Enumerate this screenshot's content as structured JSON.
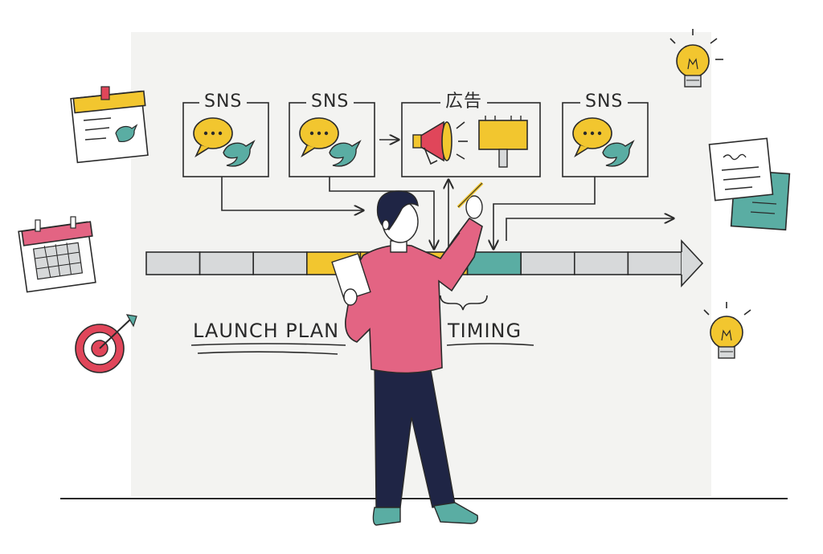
{
  "channels": [
    {
      "id": "sns-1",
      "label": "SNS"
    },
    {
      "id": "sns-2",
      "label": "SNS"
    },
    {
      "id": "ad",
      "label": "広告"
    },
    {
      "id": "sns-3",
      "label": "SNS"
    }
  ],
  "captions": {
    "launch_plan": "LAUNCH PLAN",
    "timing": "TIMING"
  },
  "colors": {
    "yellow": "#f2c62f",
    "teal": "#5aada3",
    "pink": "#e36483",
    "navy": "#1f2545",
    "red": "#e0465a",
    "ink": "#2a2a2a",
    "board": "#f3f3f1",
    "grey_segment": "#d7d9da"
  },
  "timeline_segments": [
    "grey",
    "grey",
    "grey",
    "yellow",
    "yellow",
    "yellow",
    "teal",
    "grey",
    "grey",
    "grey"
  ],
  "icons": [
    "calendar-note-icon",
    "calendar-icon",
    "target-icon",
    "lightbulb-icon",
    "notes-icon",
    "chat-bubble-icon",
    "bird-icon",
    "megaphone-icon",
    "billboard-icon"
  ]
}
